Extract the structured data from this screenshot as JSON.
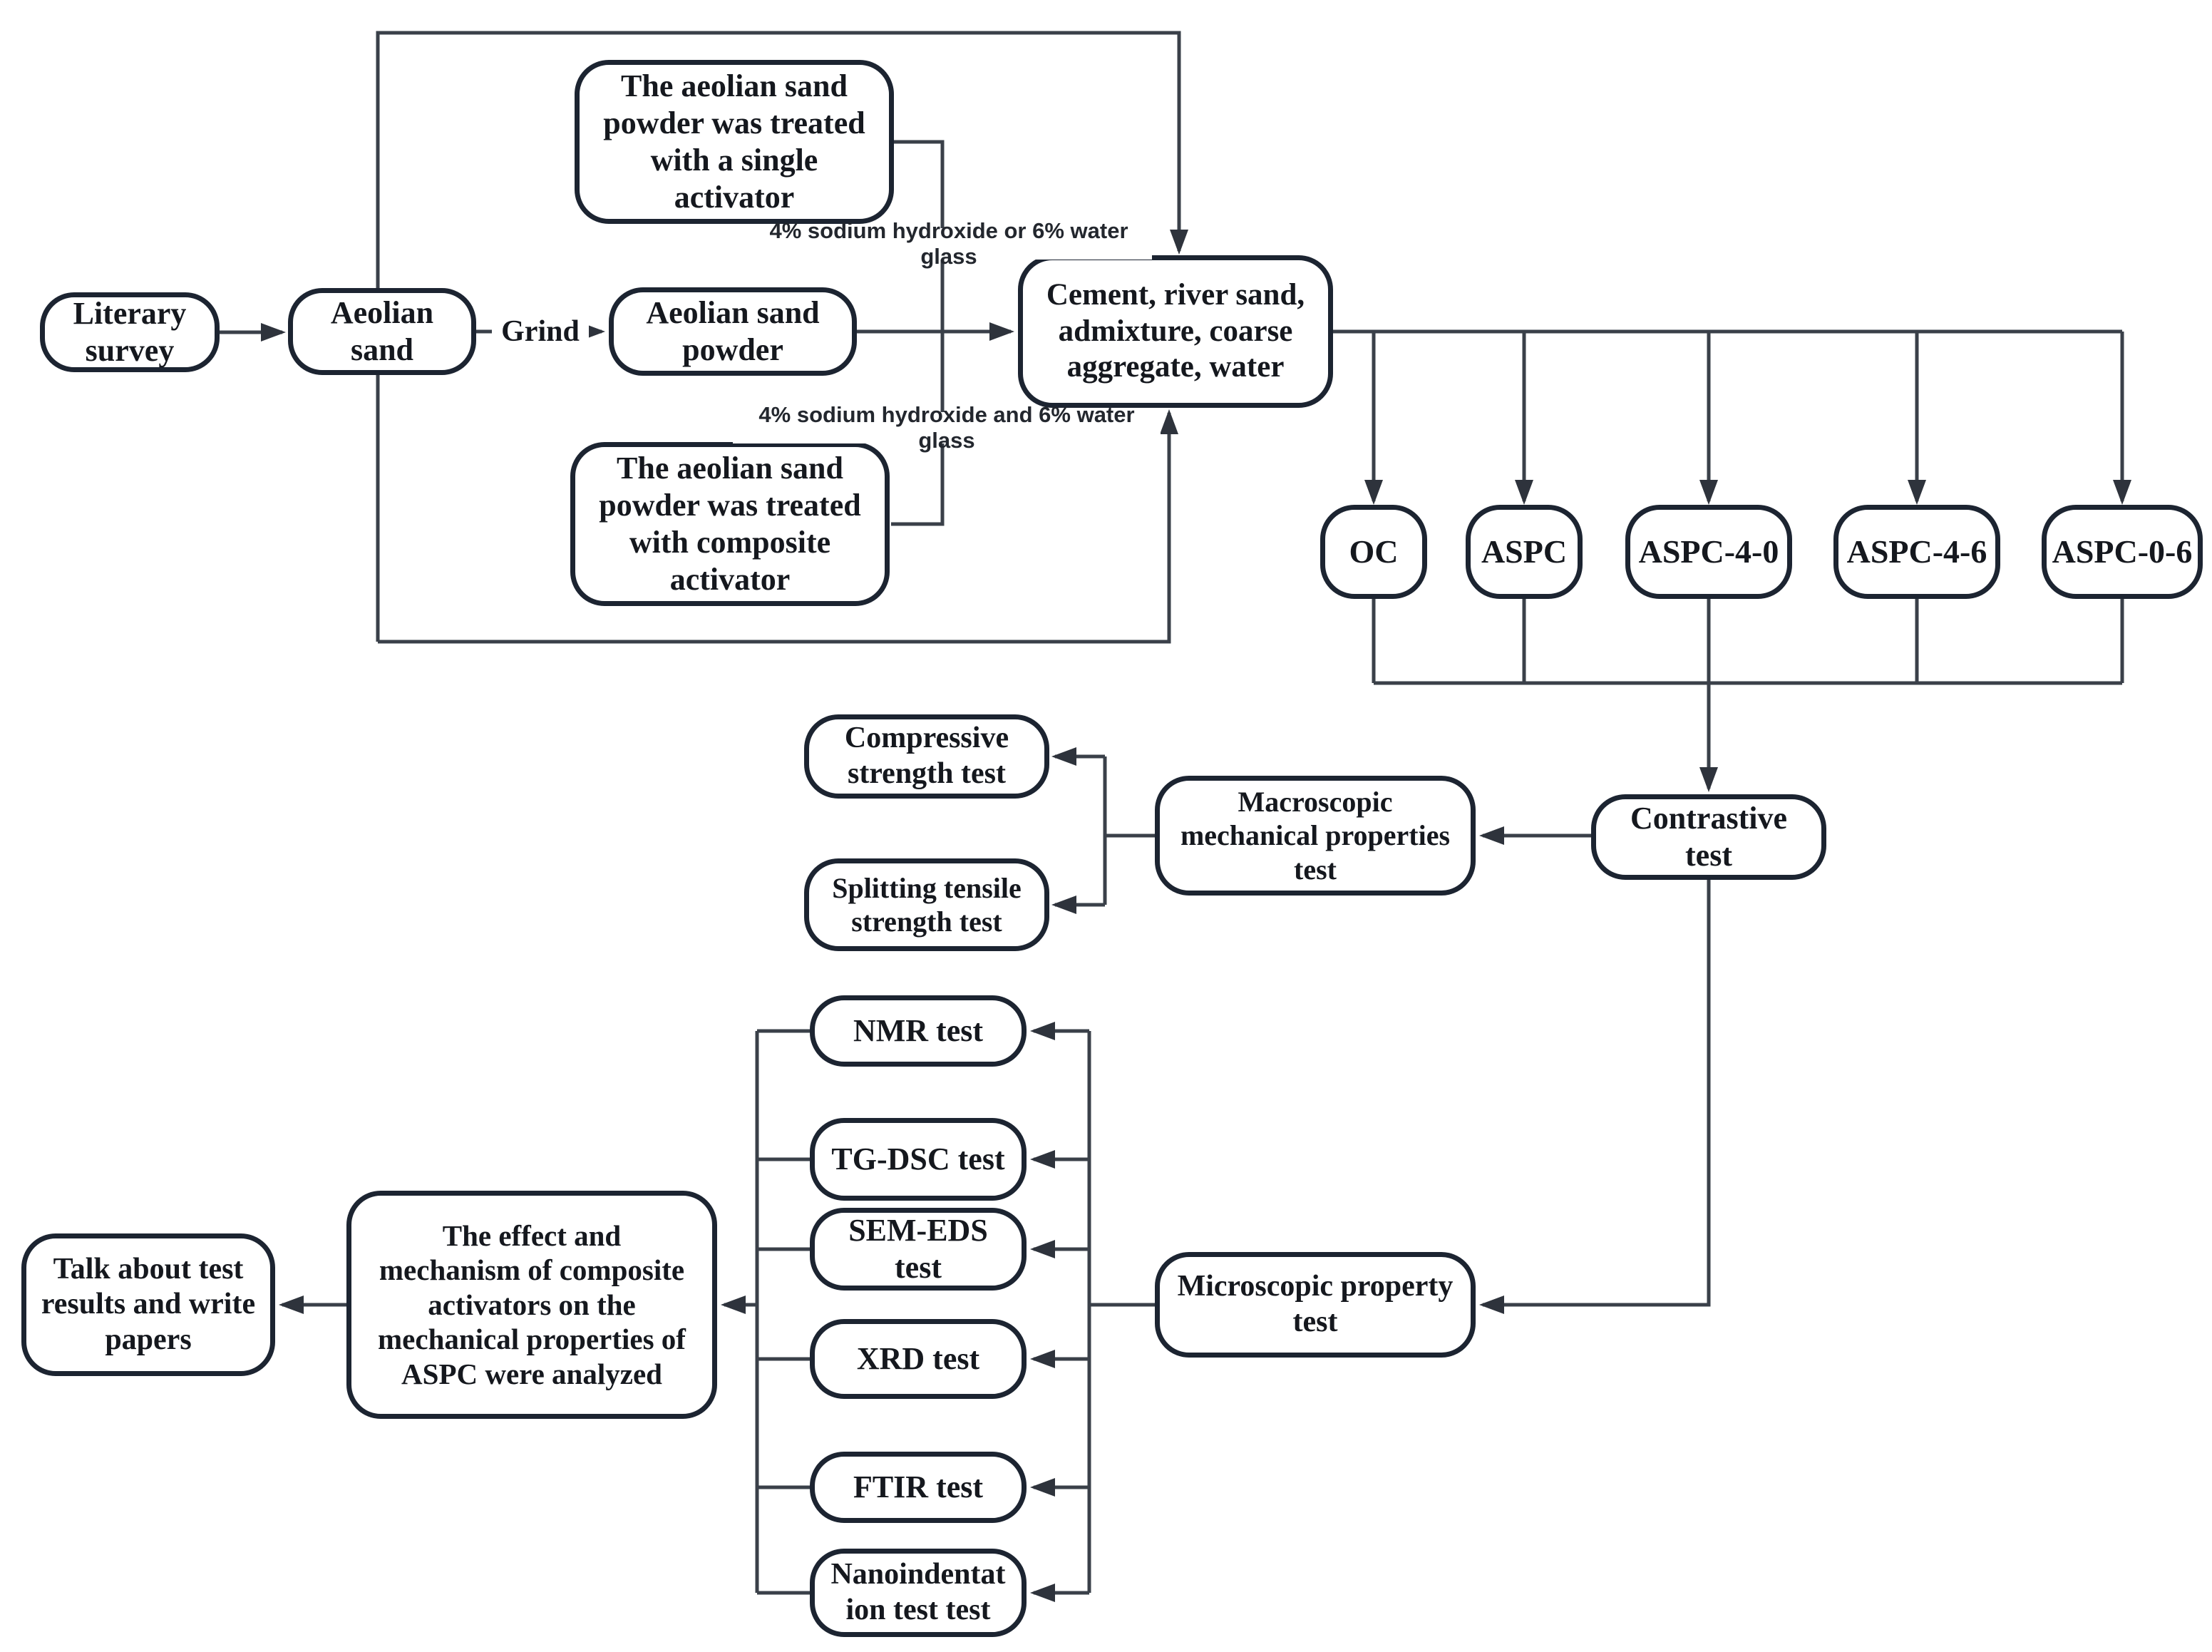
{
  "colors": {
    "background": "#ffffff",
    "box_border": "#1c2431",
    "line": "#3a4049",
    "arrow": "#2e333c",
    "text": "#15181e"
  },
  "nodes": {
    "literary": {
      "label": "Literary\nsurvey"
    },
    "aeolian_sand": {
      "label": "Aeolian\nsand"
    },
    "powder": {
      "label": "Aeolian sand\npowder"
    },
    "single": {
      "label": "The aeolian sand\npowder was treated\nwith a single\nactivator"
    },
    "composite": {
      "label": "The aeolian sand\npowder was treated\nwith composite\nactivator"
    },
    "cement": {
      "label": "Cement, river sand,\nadmixture, coarse\naggregate, water"
    },
    "oc": {
      "label": "OC"
    },
    "aspc": {
      "label": "ASPC"
    },
    "aspc40": {
      "label": "ASPC-4-0"
    },
    "aspc46": {
      "label": "ASPC-4-6"
    },
    "aspc06": {
      "label": "ASPC-0-6"
    },
    "contrastive": {
      "label": "Contrastive\ntest"
    },
    "macroscopic": {
      "label": "Macroscopic\nmechanical properties\ntest"
    },
    "compressive": {
      "label": "Compressive\nstrength test"
    },
    "splitting": {
      "label": "Splitting tensile\nstrength test"
    },
    "nmr": {
      "label": "NMR test"
    },
    "tg_dsc": {
      "label": "TG-DSC test"
    },
    "sem_eds": {
      "label": "SEM-EDS\ntest"
    },
    "xrd": {
      "label": "XRD test"
    },
    "ftir": {
      "label": "FTIR test"
    },
    "nano": {
      "label": "Nanoindentat\nion test test"
    },
    "microscopic": {
      "label": "Microscopic property\ntest"
    },
    "effect": {
      "label": "The effect and\nmechanism of composite\nactivators on the\nmechanical properties of\nASPC were analyzed"
    },
    "talk": {
      "label": "Talk about test\nresults and write\npapers"
    }
  },
  "annotations": {
    "grind": "Grind",
    "single_route": "4% sodium hydroxide or 6% water glass",
    "composite_route": "4% sodium hydroxide and 6% water glass"
  }
}
